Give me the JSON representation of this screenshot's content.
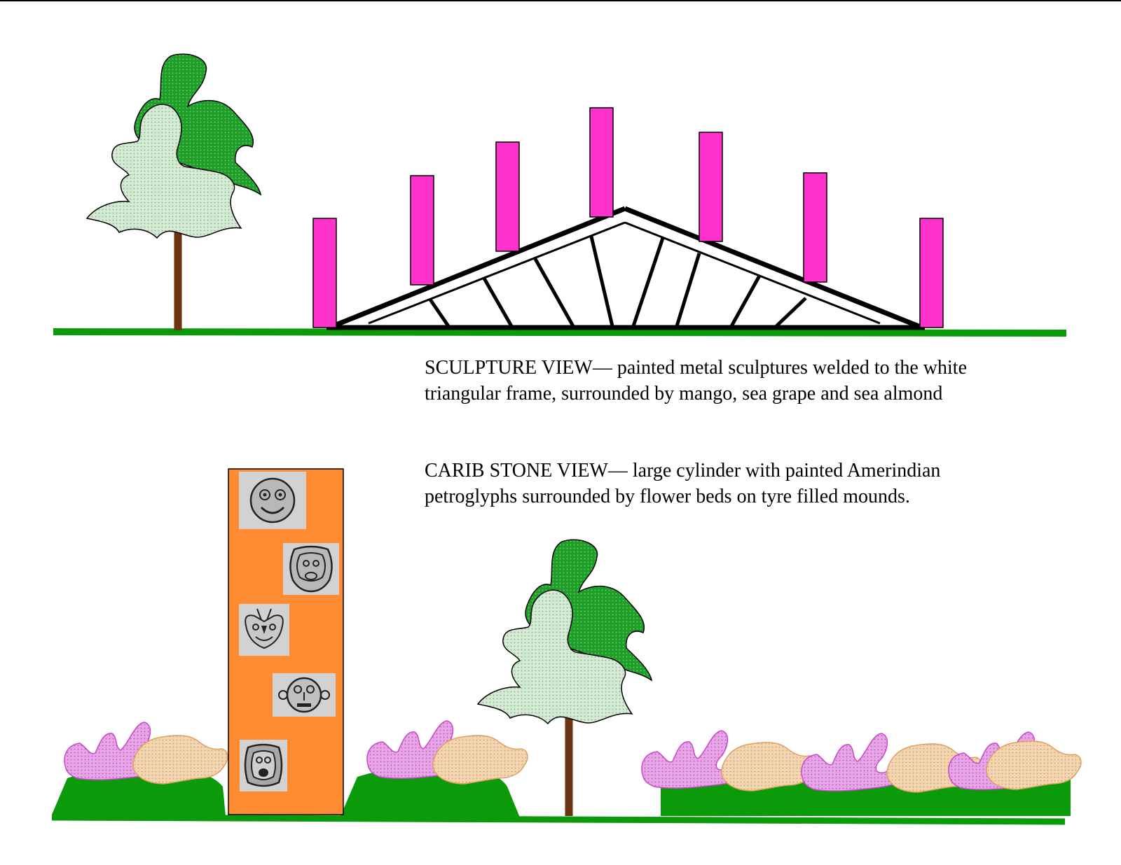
{
  "captions": {
    "sculpture": {
      "line1": "SCULPTURE VIEW— painted metal sculptures welded to the white",
      "line2": "triangular frame, surrounded by mango, sea grape and sea almond"
    },
    "carib": {
      "line1": "CARIB STONE VIEW— large cylinder with painted Amerindian",
      "line2": "petroglyphs surrounded by flower beds on tyre filled mounds."
    }
  },
  "colors": {
    "grass": "#0a9a0a",
    "sculpture_pink": "#ff33cc",
    "cylinder_orange": "#ff8c33",
    "trunk_brown": "#6b3410",
    "leaf_dark": "#1f9e2a",
    "leaf_light": "#cfe7cf",
    "flower_pink": "#e29ae2",
    "flower_tan": "#f1cfa5",
    "petroglyph_bg": "#d2d2d2"
  },
  "icons": [
    "tree-icon",
    "petroglyph-face-icon",
    "flower-bush-icon",
    "sculpture-bar-icon"
  ]
}
